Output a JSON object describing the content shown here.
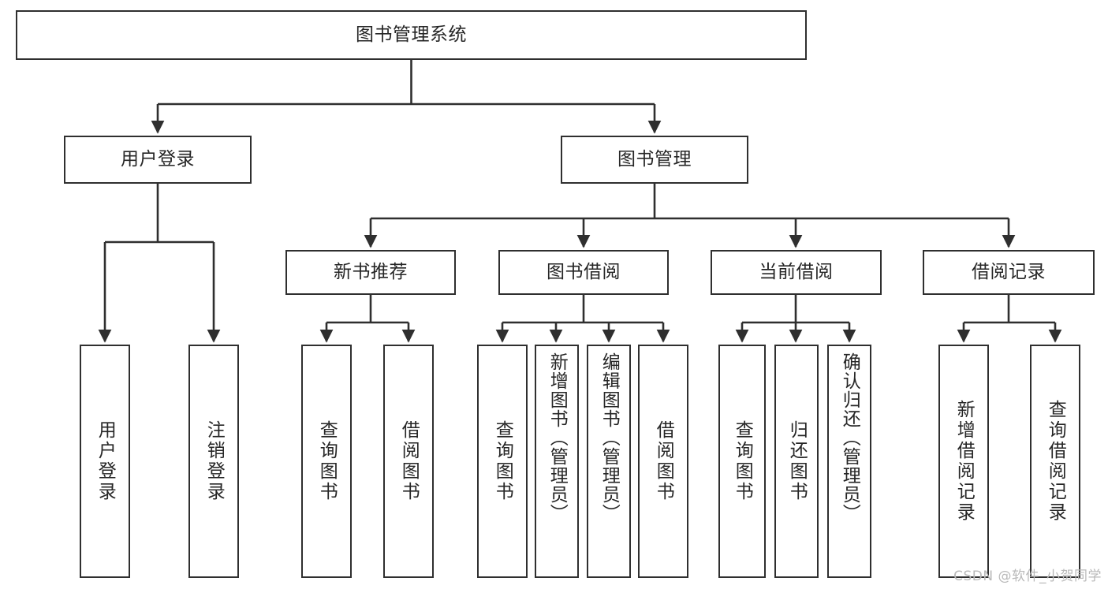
{
  "diagram": {
    "title": "图书管理系统",
    "type": "tree",
    "watermark": "CSDN @软件_小贺同学",
    "colors": {
      "box_border": "#2f2f2f",
      "box_fill": "#ffffff",
      "edge": "#2f2f2f",
      "text": "#262626",
      "watermark": "#b9b9b9",
      "background": "#ffffff"
    },
    "root": {
      "label": "图书管理系统"
    },
    "level2": [
      {
        "label": "用户登录"
      },
      {
        "label": "图书管理"
      }
    ],
    "level3": [
      {
        "label": "新书推荐"
      },
      {
        "label": "图书借阅"
      },
      {
        "label": "当前借阅"
      },
      {
        "label": "借阅记录"
      }
    ],
    "leaves": {
      "user_login": [
        {
          "label": "用户登录"
        },
        {
          "label": "注销登录"
        }
      ],
      "new_book_recommend": [
        {
          "label": "查询图书"
        },
        {
          "label": "借阅图书"
        }
      ],
      "book_borrow": [
        {
          "label": "查询图书"
        },
        {
          "label": "新增图书（管理员）"
        },
        {
          "label": "编辑图书（管理员）"
        },
        {
          "label": "借阅图书"
        }
      ],
      "current_borrow": [
        {
          "label": "查询图书"
        },
        {
          "label": "归还图书"
        },
        {
          "label": "确认归还（管理员）"
        }
      ],
      "borrow_record": [
        {
          "label": "新增借阅记录"
        },
        {
          "label": "查询借阅记录"
        }
      ]
    }
  }
}
